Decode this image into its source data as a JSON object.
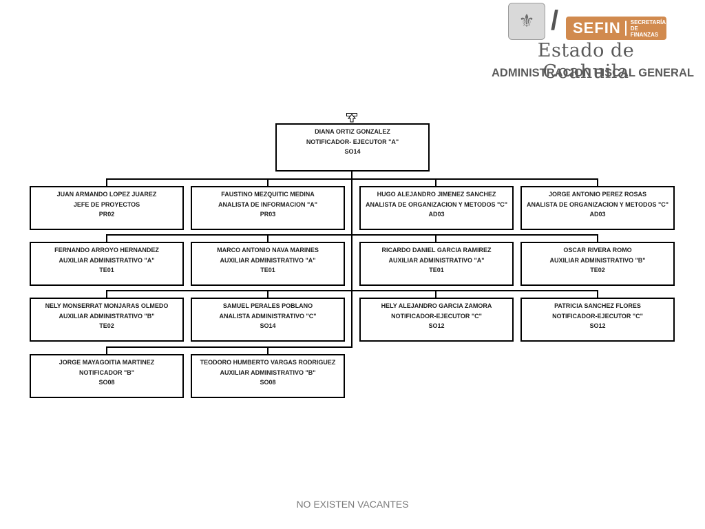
{
  "header": {
    "sefin": "SEFIN",
    "sefin_sub_line1": "SECRETARÍA",
    "sefin_sub_line2": "DE FINANZAS",
    "estado": "Estado de Coahuila",
    "admin": "ADMINISTRACION FISCAL GENERAL"
  },
  "org": {
    "head": {
      "name": "DIANA ORTIZ GONZALEZ",
      "title": "NOTIFICADOR- EJECUTOR \"A\"",
      "code": "SO14"
    },
    "row1": [
      {
        "name": "JUAN ARMANDO LOPEZ JUAREZ",
        "title": "JEFE DE PROYECTOS",
        "code": "PR02"
      },
      {
        "name": "FAUSTINO MEZQUITIC MEDINA",
        "title": "ANALISTA DE INFORMACION \"A\"",
        "code": "PR03"
      },
      {
        "name": "HUGO ALEJANDRO JIMENEZ SANCHEZ",
        "title": "ANALISTA DE ORGANIZACION Y METODOS \"C\"",
        "code": "AD03"
      },
      {
        "name": "JORGE ANTONIO PEREZ ROSAS",
        "title": "ANALISTA DE ORGANIZACION Y METODOS \"C\"",
        "code": "AD03"
      }
    ],
    "row2": [
      {
        "name": "FERNANDO ARROYO HERNANDEZ",
        "title": "AUXILIAR ADMINISTRATIVO \"A\"",
        "code": "TE01"
      },
      {
        "name": "MARCO ANTONIO NAVA MARINES",
        "title": "AUXILIAR ADMINISTRATIVO \"A\"",
        "code": "TE01"
      },
      {
        "name": "RICARDO DANIEL GARCIA RAMIREZ",
        "title": "AUXILIAR ADMINISTRATIVO \"A\"",
        "code": "TE01"
      },
      {
        "name": "OSCAR RIVERA ROMO",
        "title": "AUXILIAR ADMINISTRATIVO \"B\"",
        "code": "TE02"
      }
    ],
    "row3": [
      {
        "name": "NELY MONSERRAT MONJARAS OLMEDO",
        "title": "AUXILIAR ADMINISTRATIVO \"B\"",
        "code": "TE02"
      },
      {
        "name": "SAMUEL PERALES POBLANO",
        "title": "ANALISTA ADMINISTRATIVO \"C\"",
        "code": "SO14"
      },
      {
        "name": "HELY ALEJANDRO GARCIA ZAMORA",
        "title": "NOTIFICADOR-EJECUTOR \"C\"",
        "code": "SO12"
      },
      {
        "name": "PATRICIA SANCHEZ FLORES",
        "title": "NOTIFICADOR-EJECUTOR \"C\"",
        "code": "SO12"
      }
    ],
    "row4": [
      {
        "name": "JORGE MAYAGOITIA MARTINEZ",
        "title": "NOTIFICADOR \"B\"",
        "code": "SO08"
      },
      {
        "name": "TEODORO HUMBERTO VARGAS RODRIGUEZ",
        "title": "AUXILIAR ADMINISTRATIVO \"B\"",
        "code": "SO08"
      }
    ]
  },
  "footer": {
    "text": "NO EXISTEN VACANTES"
  },
  "icons": {
    "top_connector": "up-arrow-icon",
    "seal": "state-seal-icon"
  },
  "colors": {
    "sefin_orange": "#d18a4e",
    "text_gray": "#5a5a5a"
  }
}
